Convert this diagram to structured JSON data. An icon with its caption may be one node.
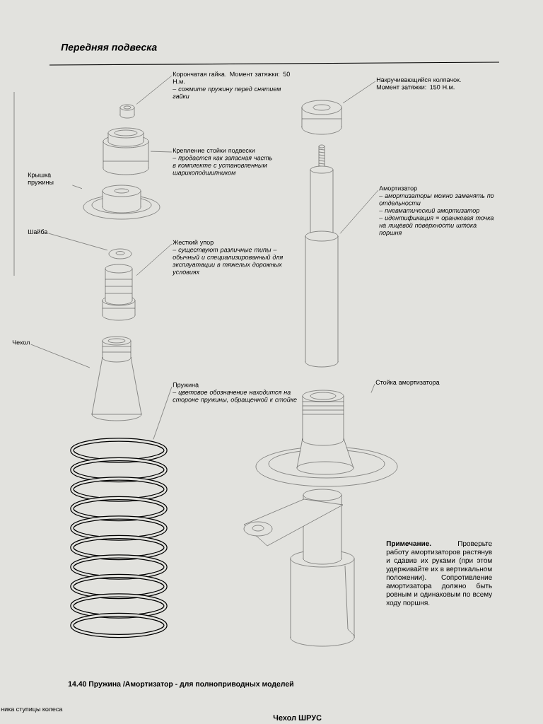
{
  "diagram": {
    "title": "Передняя подвеска",
    "caption": "14.40 Пружина /Амортизатор - для полноприводных моделей",
    "nodes": [
      {
        "text": [
          "Корончатая гайка. Момент затяжки: 50 Н.м.",
          "– сожмите пружину перед снятием гайки"
        ]
      },
      {
        "text": [],
        "shape": "picture"
      },
      {
        "text": [
          "Крепление стойки подвески",
          "– продается как запасная часть в комплекте с установленным шарикоподшипником"
        ]
      },
      {
        "text": [],
        "shape": "picture"
      },
      {
        "text": [
          "Крышка пружины"
        ]
      },
      {
        "text": [],
        "shape": "picture"
      },
      {
        "text": [
          "Шайба"
        ]
      },
      {
        "text": [],
        "shape": "picture"
      },
      {
        "text": [
          "Жесткий упор",
          "– существуют различные типы – обычный и специализированный для эксплуатации в тяжелых дорожных условиях"
        ]
      },
      {
        "text": [],
        "shape": "picture"
      },
      {
        "text": [
          "Чехол"
        ]
      },
      {
        "text": [],
        "shape": "picture"
      },
      {
        "text": [
          "Пружина",
          "– цветовое обозначение находится на стороне пружины, обращенной к стойке"
        ]
      },
      {
        "text": [],
        "shape": "picture"
      },
      {
        "text": [
          "Накручивающийся колпачок. Момент затяжки: 150 Н.м."
        ]
      },
      {
        "text": [],
        "shape": "picture"
      },
      {
        "text": [
          "Амортизатор",
          "– амортизаторы можно заменять по отдельности",
          "– пневматический амортизатор",
          "– идентификация = оранжевая точка на лицевой поверхности штока поршня"
        ]
      },
      {
        "text": [],
        "shape": "picture"
      },
      {
        "text": [
          "Стойка амортизатора"
        ]
      },
      {
        "text": [],
        "shape": "picture"
      }
    ],
    "edges": [
      {
        "from": 0,
        "to": 1,
        "arrow": "none"
      },
      {
        "from": 2,
        "to": 3,
        "arrow": "none"
      },
      {
        "from": 4,
        "to": 5,
        "arrow": "none"
      },
      {
        "from": 6,
        "to": 7,
        "arrow": "none"
      },
      {
        "from": 8,
        "to": 9,
        "arrow": "none"
      },
      {
        "from": 10,
        "to": 11,
        "arrow": "none"
      },
      {
        "from": 12,
        "to": 13,
        "arrow": "none"
      },
      {
        "from": 14,
        "to": 15,
        "arrow": "none"
      },
      {
        "from": 16,
        "to": 17,
        "arrow": "none"
      },
      {
        "from": 18,
        "to": 19,
        "arrow": "none"
      }
    ],
    "labels": [
      "**Примечание.** Проверьте работу амортизаторов растянув и сдавив их руками (при этом удерживайте их в вертикальном положении). Сопротивление амортизатора должно быть ровным и одинаковым по всему ходу поршня.",
      "ника ступицы колеса",
      "Чехол ШРУС"
    ]
  }
}
